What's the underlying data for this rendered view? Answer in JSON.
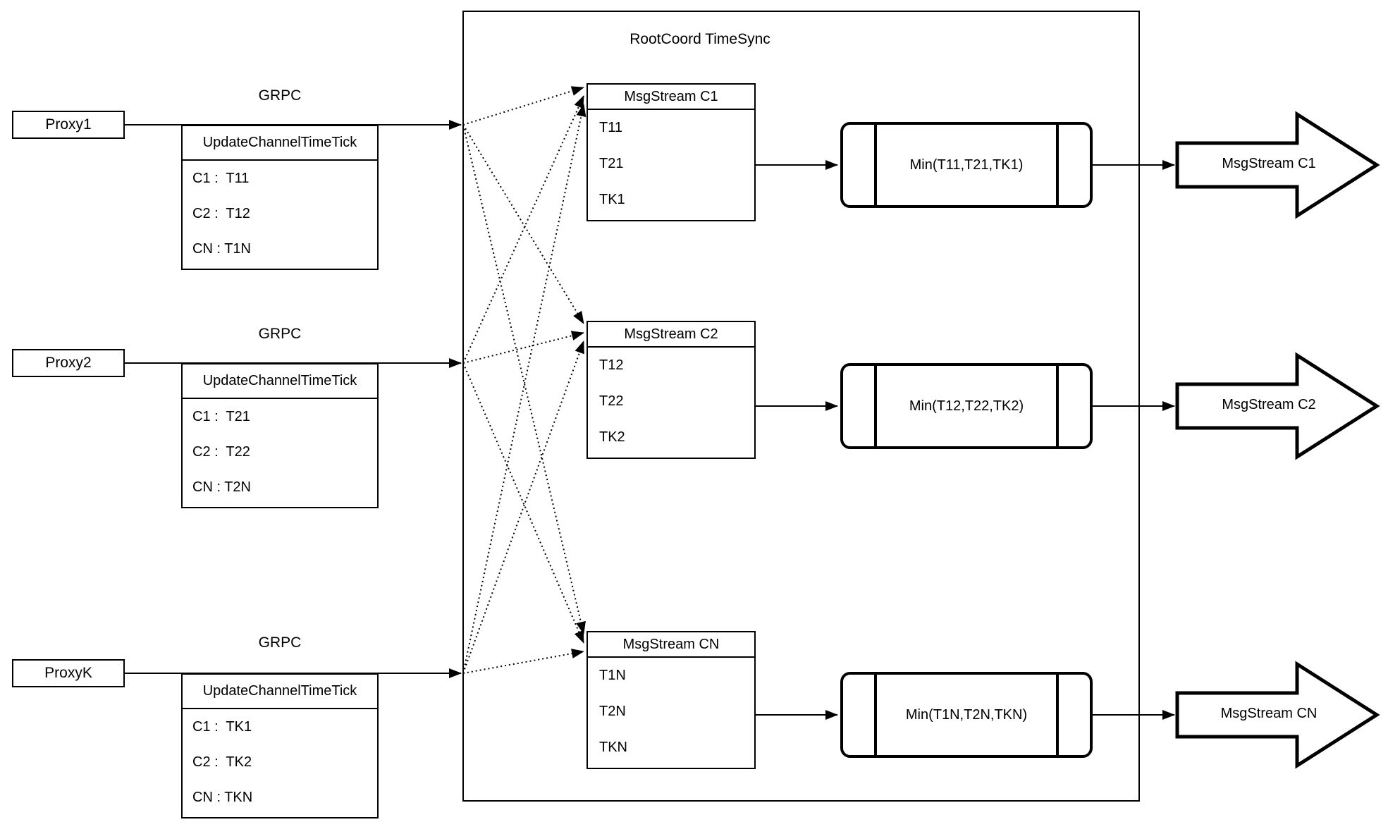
{
  "diagram": {
    "container_title": "RootCoord TimeSync",
    "proxies": [
      {
        "name": "Proxy1",
        "protocol": "GRPC",
        "table": {
          "header": "UpdateChannelTimeTick",
          "rows": [
            "C1 :  T11",
            "C2 :  T12",
            "CN : T1N"
          ]
        }
      },
      {
        "name": "Proxy2",
        "protocol": "GRPC",
        "table": {
          "header": "UpdateChannelTimeTick",
          "rows": [
            "C1 :  T21",
            "C2 :  T22",
            "CN : T2N"
          ]
        }
      },
      {
        "name": "ProxyK",
        "protocol": "GRPC",
        "table": {
          "header": "UpdateChannelTimeTick",
          "rows": [
            "C1 :  TK1",
            "C2 :  TK2",
            "CN : TKN"
          ]
        }
      }
    ],
    "streams": [
      {
        "title": "MsgStream C1",
        "values": [
          "T11",
          "T21",
          "TK1"
        ],
        "min_label": "Min(T11,T21,TK1)",
        "output_label": "MsgStream C1"
      },
      {
        "title": "MsgStream C2",
        "values": [
          "T12",
          "T22",
          "TK2"
        ],
        "min_label": "Min(T12,T22,TK2)",
        "output_label": "MsgStream C2"
      },
      {
        "title": "MsgStream CN",
        "values": [
          "T1N",
          "T2N",
          "TKN"
        ],
        "min_label": "Min(T1N,T2N,TKN)",
        "output_label": "MsgStream CN"
      }
    ],
    "colors": {
      "stroke": "#000000",
      "fill": "#ffffff"
    }
  }
}
